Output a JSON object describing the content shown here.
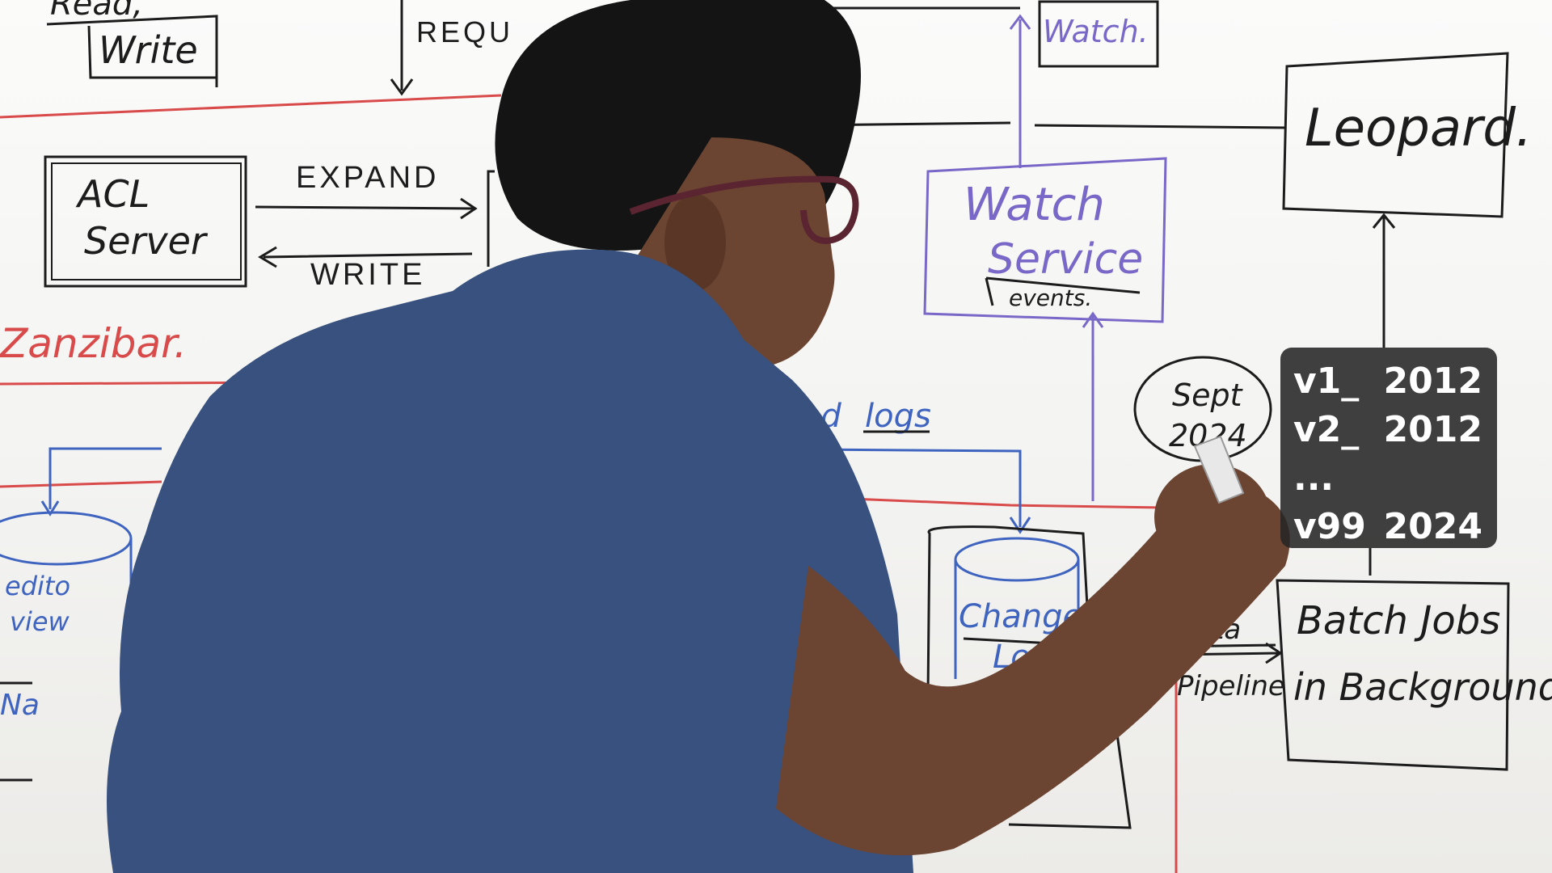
{
  "whiteboard": {
    "labels": {
      "read": "Read,",
      "write_small": "Write",
      "request": "REQU",
      "watch_small": "Watch.",
      "leopard": "Leopard.",
      "acl_server_1": "ACL",
      "acl_server_2": "Server",
      "expand": "EXPAND",
      "write_arrow": "WRITE",
      "watch_service_1": "Watch",
      "watch_service_2": "Service",
      "events": "events.",
      "zanzibar": "Zanzibar.",
      "append_logs_1": "pend",
      "append_logs_2": "logs",
      "sept": "Sept",
      "year_partial": "2024",
      "editor_1": "edito",
      "editor_2": "view",
      "na": "Na",
      "change_log_1": "Change",
      "change_log_2": "Log",
      "data": "Data",
      "pipeline": "Pipeline",
      "batch_jobs_1": "Batch Jobs",
      "batch_jobs_2": "in Background"
    },
    "colors": {
      "black_ink": "#1c1c1c",
      "purple_ink": "#7a68c8",
      "blue_ink": "#3f64c0",
      "red_ink": "#d94a4a"
    }
  },
  "overlay": {
    "rows": [
      {
        "version": "v1_",
        "year": "2012"
      },
      {
        "version": "v2_",
        "year": "2012"
      },
      {
        "version": "...",
        "year": ""
      },
      {
        "version": "v99",
        "year": "2024"
      }
    ]
  }
}
